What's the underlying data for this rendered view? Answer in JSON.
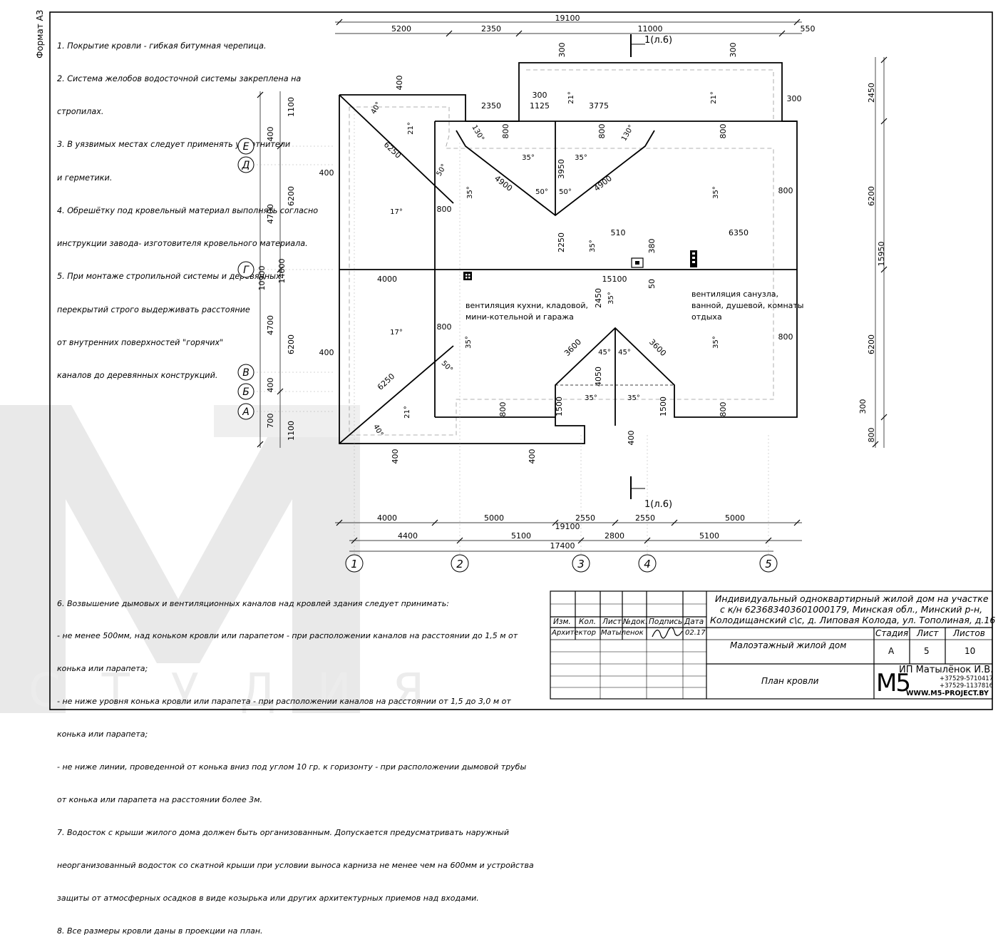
{
  "sheet_format": "Формат А3",
  "notes_top": [
    "1. Покрытие кровли - гибкая битумная черепица.",
    "2. Система желобов водосточной системы закреплена на",
    "стропилах.",
    "3. В уязвимых местах следует применять уплотнители",
    "и герметики.",
    "4. Обрешётку под кровельный материал выполнять согласно",
    "инструкции завода- изготовителя кровельного материала.",
    "5. При монтаже стропильной системы и деревянных",
    "перекрытий строго выдерживать расстояние",
    "от внутренних поверхностей \"горячих\"",
    "каналов до деревянных конструкций."
  ],
  "notes_bottom": [
    "6. Возвышение дымовых и вентиляционных каналов над кровлей здания следует принимать:",
    "- не менее 500мм, над коньком кровли или парапетом - при расположении каналов на расстоянии до 1,5 м от",
    "конька или парапета;",
    "- не ниже уровня конька кровли или парапета - при расположении каналов на расстоянии от 1,5 до 3,0 м от",
    "конька или парапета;",
    "- не ниже линии, проведенной от конька вниз под углом 10 гр. к горизонту - при расположении дымовой трубы",
    "от конька или парапета на расстоянии более 3м.",
    "7. Водосток с крыши жилого дома должен быть организованным. Допускается предусматривать наружный",
    "неорганизованный водосток со скатной крыши при условии выноса карниза не менее чем на 600мм и устройства",
    "защиты от атмосферных осадков в виде козырька или других архитектурных приемов над входами.",
    "8. Все размеры кровли даны в проекции на план."
  ],
  "axes_letters": [
    "Е",
    "Д",
    "Г",
    "В",
    "Б",
    "А"
  ],
  "axes_numbers": [
    "1",
    "2",
    "3",
    "4",
    "5"
  ],
  "section_mark": "1(л.6)",
  "vent_labels": {
    "kitchen": [
      "вентиляция кухни, кладовой,",
      "мини-котельной и гаража"
    ],
    "bath": [
      "вентиляция санузла,",
      "ванной, душевой, комнаты",
      "отдыха"
    ]
  },
  "dims_top": {
    "overall": "19100",
    "segments": [
      "5200",
      "2350",
      "11000",
      "550"
    ],
    "gable_300_left": "300",
    "gable_300_right": "300",
    "row3": [
      "2350",
      "1125",
      "3775",
      "300",
      "300"
    ]
  },
  "dims_bottom": {
    "row1": [
      "4000",
      "5000",
      "2550",
      "2550",
      "5000"
    ],
    "overall": "19100",
    "row2": [
      "4400",
      "5100",
      "2800",
      "5100"
    ],
    "axes_total": "17400"
  },
  "dims_left": {
    "outer": [
      "10900",
      "14600"
    ],
    "chain": [
      "1100",
      "400",
      "4700",
      "4700",
      "400",
      "700",
      "1100"
    ],
    "chain2": [
      "6200",
      "6200"
    ],
    "overhang": [
      "400",
      "400"
    ]
  },
  "dims_right": {
    "values": [
      "2450",
      "6200",
      "15950",
      "6200",
      "300",
      "800"
    ]
  },
  "inner_dims": {
    "d4000": "4000",
    "d15100": "15100",
    "d510": "510",
    "d6350": "6350",
    "d380": "380",
    "d50": "50",
    "d2250": "2250",
    "d3950": "3950",
    "d2450": "2450",
    "d4050": "4050",
    "d1500a": "1500",
    "d1500b": "1500",
    "d4900a": "4900",
    "d4900b": "4900",
    "d3600a": "3600",
    "d3600b": "3600",
    "d6250a": "6250",
    "d6250b": "6250",
    "d800": "800",
    "d400": "400"
  },
  "angles": {
    "a40": "40°",
    "a21": "21°",
    "a17": "17°",
    "a35": "35°",
    "a50": "50°",
    "a45": "45°",
    "a130": "130°"
  },
  "title_block": {
    "header_cols": [
      "Изм.",
      "Кол.",
      "Лист",
      "№док.",
      "Подпись",
      "Дата"
    ],
    "role": "Архитектор",
    "person": "Матыленок",
    "date": "02.17",
    "project": [
      "Индивидуальный одноквартирный жилой дом на участке",
      "с к/н 623683403601000179, Минская обл., Минский р-н,",
      "Колодищанский с\\с, д. Липовая Колода, ул. Тополиная, д.16"
    ],
    "building": "Малоэтажный жилой дом",
    "drawing": "План кровли",
    "stage_label": "Стадия",
    "sheet_label": "Лист",
    "sheets_label": "Листов",
    "stage": "А",
    "sheet": "5",
    "sheets": "10",
    "company": "ИП Матылёнок И.В.",
    "phone1": "+37529-5710417",
    "phone2": "+37529-1137816",
    "website": "WWW.M5-PROJECT.BY",
    "logo": "M5"
  },
  "watermark": {
    "logo": "M5",
    "studio": "СТУДИЯ"
  },
  "colors": {
    "ink": "#000000",
    "watermark": "#e6e6e6"
  }
}
